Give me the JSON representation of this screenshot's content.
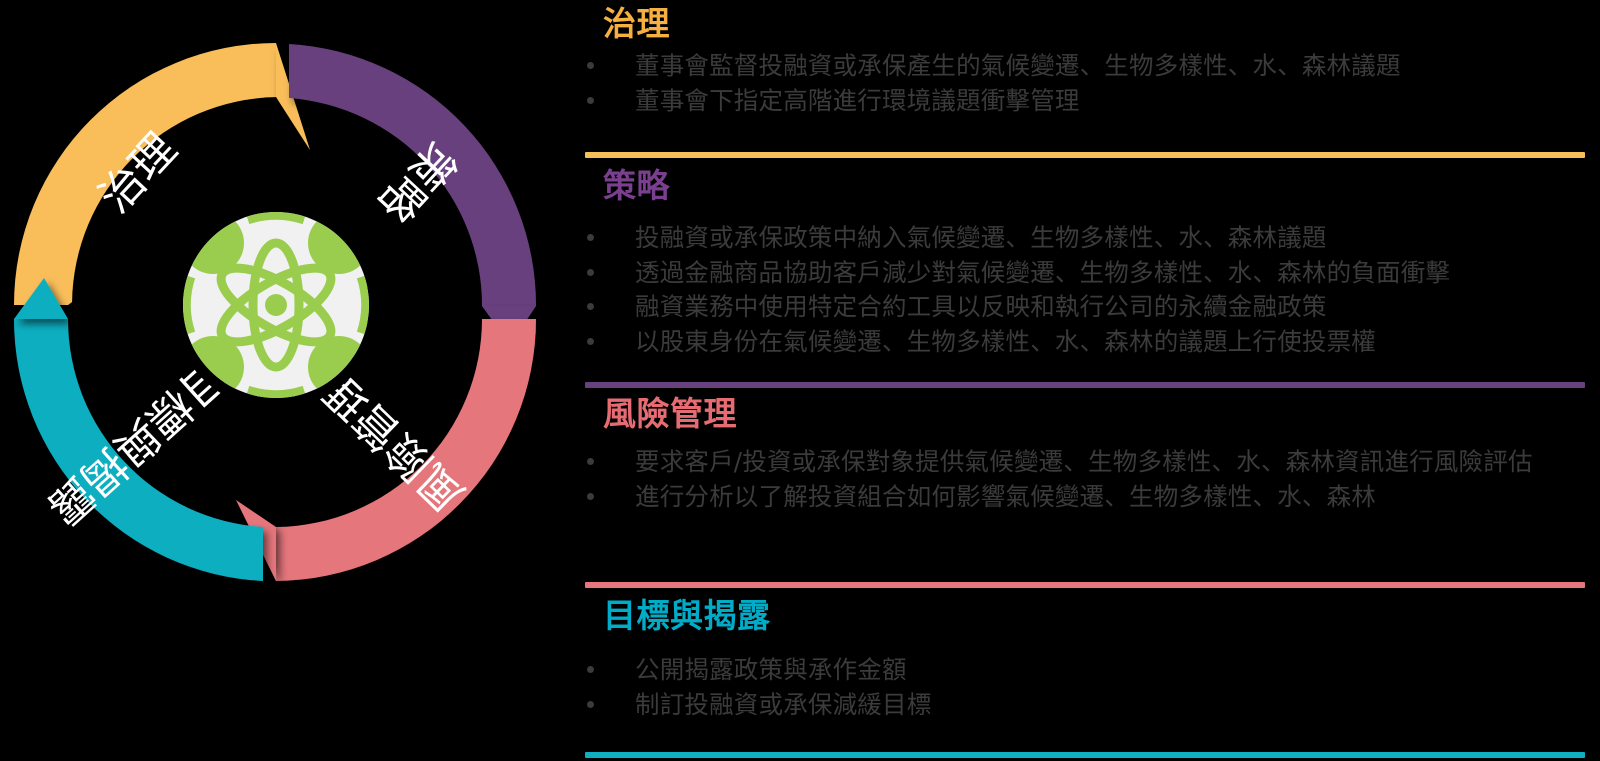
{
  "diagram": {
    "center_icon": "atom-network-icon",
    "segments": [
      {
        "id": "governance",
        "label": "治理",
        "color": "#F9BD5A",
        "position": "top-left"
      },
      {
        "id": "strategy",
        "label": "策略",
        "color": "#69417E",
        "position": "top-right"
      },
      {
        "id": "risk",
        "label": "風險管理",
        "color": "#E4767C",
        "position": "bottom-right"
      },
      {
        "id": "targets",
        "label": "目標與揭露",
        "color": "#0FAEC0",
        "position": "bottom-left"
      }
    ]
  },
  "panel": {
    "sections": [
      {
        "id": "governance",
        "title": "治理",
        "title_color": "#F5B041",
        "divider_color": "#F9BD5A",
        "bullets": [
          "董事會監督投融資或承保產生的氣候變遷、生物多樣性、水、森林議題",
          "董事會下指定高階進行環境議題衝擊管理"
        ]
      },
      {
        "id": "strategy",
        "title": "策略",
        "title_color": "#7A3F8E",
        "divider_color": "#69417E",
        "bullets": [
          "投融資或承保政策中納入氣候變遷、生物多樣性、水、森林議題",
          "透過金融商品協助客戶減少對氣候變遷、生物多樣性、水、森林的負面衝擊",
          "融資業務中使用特定合約工具以反映和執行公司的永續金融政策",
          "以股東身份在氣候變遷、生物多樣性、水、森林的議題上行使投票權"
        ]
      },
      {
        "id": "risk",
        "title": "風險管理",
        "title_color": "#E76B73",
        "divider_color": "#E4767C",
        "bullets": [
          "要求客戶/投資或承保對象提供氣候變遷、生物多樣性、水、森林資訊進行風險評估",
          "進行分析以了解投資組合如何影響氣候變遷、生物多樣性、水、森林"
        ]
      },
      {
        "id": "targets",
        "title": "目標與揭露",
        "title_color": "#00ACC8",
        "divider_color": "#0FAEC0",
        "bullets": [
          "公開揭露政策與承作金額",
          "制訂投融資或承保減緩目標"
        ]
      }
    ]
  }
}
